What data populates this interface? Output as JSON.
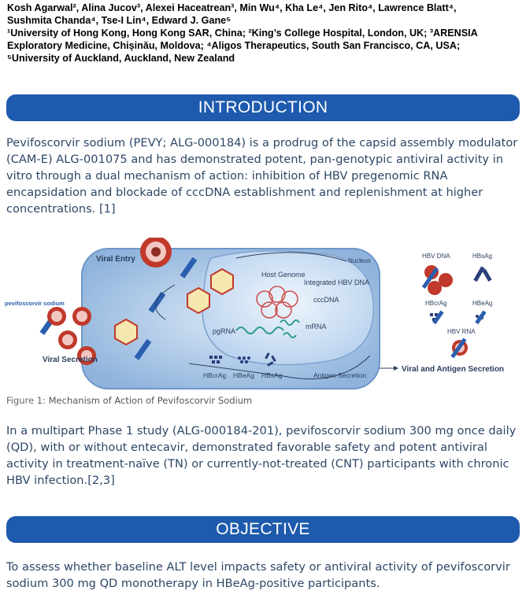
{
  "authors": {
    "line1": "Kosh Agarwal², Alina Jucov³, Alexei Haceatrean³, Min Wu⁴, Kha Le⁴, Jen Rito⁴, Lawrence Blatt⁴,",
    "line2": "Sushmita Chanda⁴, Tse-I Lin⁴, Edward J. Gane⁵",
    "affil1": "¹University of Hong Kong, Hong Kong SAR, China; ²King’s College Hospital, London, UK; ³ARENSIA",
    "affil2": "Exploratory Medicine, Chișinău, Moldova; ⁴Aligos Therapeutics, South San Francisco, CA, USA;",
    "affil3": "⁵University of Auckland, Auckland, New Zealand"
  },
  "introduction": {
    "heading": "INTRODUCTION",
    "paragraph": "Pevifoscorvir sodium (PEVY; ALG-000184) is a prodrug of the capsid assembly modulator (CAM-E) ALG-001075 and has demonstrated potent, pan-genotypic antiviral activity in vitro through a dual mechanism of action: inhibition of HBV pregenomic RNA encapsidation and blockade of cccDNA establishment and replenishment at higher concentrations. [1]"
  },
  "figure": {
    "labels": {
      "viral_entry": "Viral Entry",
      "nucleus": "Nucleus",
      "host_genome": "Host Genome",
      "integrated_hbv_dna": "Integrated HBV DNA",
      "cccdna": "cccDNA",
      "pgrna": "pgRNA",
      "mrna": "mRNA",
      "drug_name": "pevifoscorvir sodium",
      "viral_secretion": "Viral Secretion",
      "hbcrag": "HBcrAg",
      "hbeag": "HBeAg",
      "hbsag": "HBsAg",
      "antigen_secretion": "Antigen Secretion",
      "viral_and_antigen_secretion": "Viral and Antigen Secretion"
    },
    "legend": {
      "hbv_dna": "HBV DNA",
      "hbsag": "HBsAg",
      "hbcrag": "HBcrAg",
      "hbeag": "HBeAg",
      "hbv_rna": "HBV RNA"
    },
    "caption_lead": "Figure 1:",
    "caption_text": " Mechanism of Action of Pevifoscorvir Sodium",
    "colors": {
      "cell_fill": "#a9c6e6",
      "nucleus_fill": "#cfe0f2",
      "drug_bar": "#2a5fb0",
      "virion_outer": "#c0392b",
      "virion_inner": "#f3c7c2"
    }
  },
  "study": {
    "paragraph": "In a multipart Phase 1 study (ALG-000184-201), pevifoscorvir sodium 300 mg once daily (QD), with or without entecavir, demonstrated favorable safety and potent antiviral activity in treatment-naïve (TN) or currently-not-treated (CNT) participants with chronic HBV infection.[2,3]"
  },
  "objective": {
    "heading": "OBJECTIVE",
    "paragraph": "To assess whether baseline ALT level impacts safety or antiviral activity of pevifoscorvir sodium 300 mg QD monotherapy in HBeAg-positive participants."
  }
}
